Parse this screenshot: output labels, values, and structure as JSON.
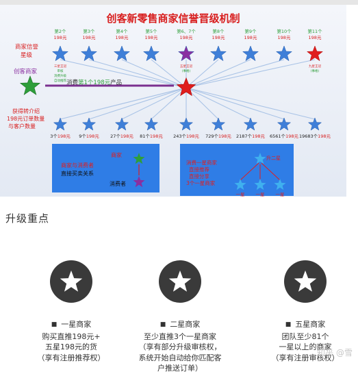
{
  "title": "创客新零售商家信誉晋级机制",
  "left_labels": {
    "merchant_level": [
      "商家信誉",
      "星级"
    ],
    "maker_merchant": "创客商家",
    "referral": [
      "获得转介绍",
      "198元订单数量",
      "与客户数量"
    ]
  },
  "purchase_label": {
    "prefix": "消费",
    "highlight": "第1个198元",
    "suffix": "产品"
  },
  "tiers": [
    {
      "label": "第2个",
      "price": "198元",
      "note": [
        "三星王冠",
        "审核",
        "消费升级",
        "自动推荐"
      ]
    },
    {
      "label": "第3个",
      "price": "198元",
      "note": []
    },
    {
      "label": "第4个",
      "price": "198元",
      "note": []
    },
    {
      "label": "第5个",
      "price": "198元",
      "note": []
    },
    {
      "label": "第6、7个",
      "price": "198元",
      "note": [
        "五星王冠",
        "(事格)"
      ]
    },
    {
      "label": "第8个",
      "price": "198元",
      "note": []
    },
    {
      "label": "第9个",
      "price": "198元",
      "note": []
    },
    {
      "label": "第10个",
      "price": "198元",
      "note": []
    },
    {
      "label": "第11个",
      "price": "198元",
      "note": [
        "九星王冠",
        "(事格)"
      ]
    }
  ],
  "counts": [
    {
      "n": "3个",
      "price": "198元"
    },
    {
      "n": "9个",
      "price": "198元"
    },
    {
      "n": "27个",
      "price": "198元"
    },
    {
      "n": "81个",
      "price": "198元"
    },
    {
      "n": "243个",
      "price": "198元"
    },
    {
      "n": "729个",
      "price": "198元"
    },
    {
      "n": "2187个",
      "price": "198元"
    },
    {
      "n": "6561个",
      "price": "198元"
    },
    {
      "n": "19683个",
      "price": "198元"
    }
  ],
  "box_left": {
    "merchant": "商家",
    "consumer": "消费者",
    "line1": "商家与消费者",
    "line2": "直接买卖关系"
  },
  "box_right": {
    "lines": [
      "消费一星商家",
      "直接推荐",
      "直接分享",
      "3个一星商家"
    ],
    "top_star_label": "升二星",
    "bottom_star_label": "一星"
  },
  "section_title": "升级重点",
  "cards": [
    {
      "head": "一星商家",
      "lines": [
        "购买直推198元+",
        "五星198元的货",
        "（享有注册推荐权）"
      ]
    },
    {
      "head": "二星商家",
      "lines": [
        "至少直推3个一星商家",
        "（享有部分升级审核权，",
        "系统开始自动给你匹配客",
        "户推送订单）"
      ]
    },
    {
      "head": "五星商家",
      "lines": [
        "团队至少81个",
        "一星以上的商家",
        "（享有注册审核权）"
      ]
    }
  ],
  "watermark": "知乎 @雪",
  "colors": {
    "bg": "#e9eef6",
    "title": "#d81e1e",
    "green": "#2e9e3a",
    "red": "#e01e1e",
    "blue_star": "#3f7fd8",
    "purple_star": "#8a2fa0",
    "box_blue": "#2f7de6"
  }
}
